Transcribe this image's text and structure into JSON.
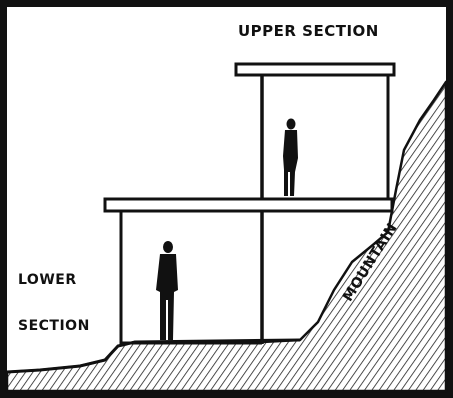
{
  "labels": {
    "upper_section": "UPPER SECTION",
    "lower_section_line1": "LOWER",
    "lower_section_line2": "SECTION",
    "mountain": "MOUNTAIN"
  }
}
